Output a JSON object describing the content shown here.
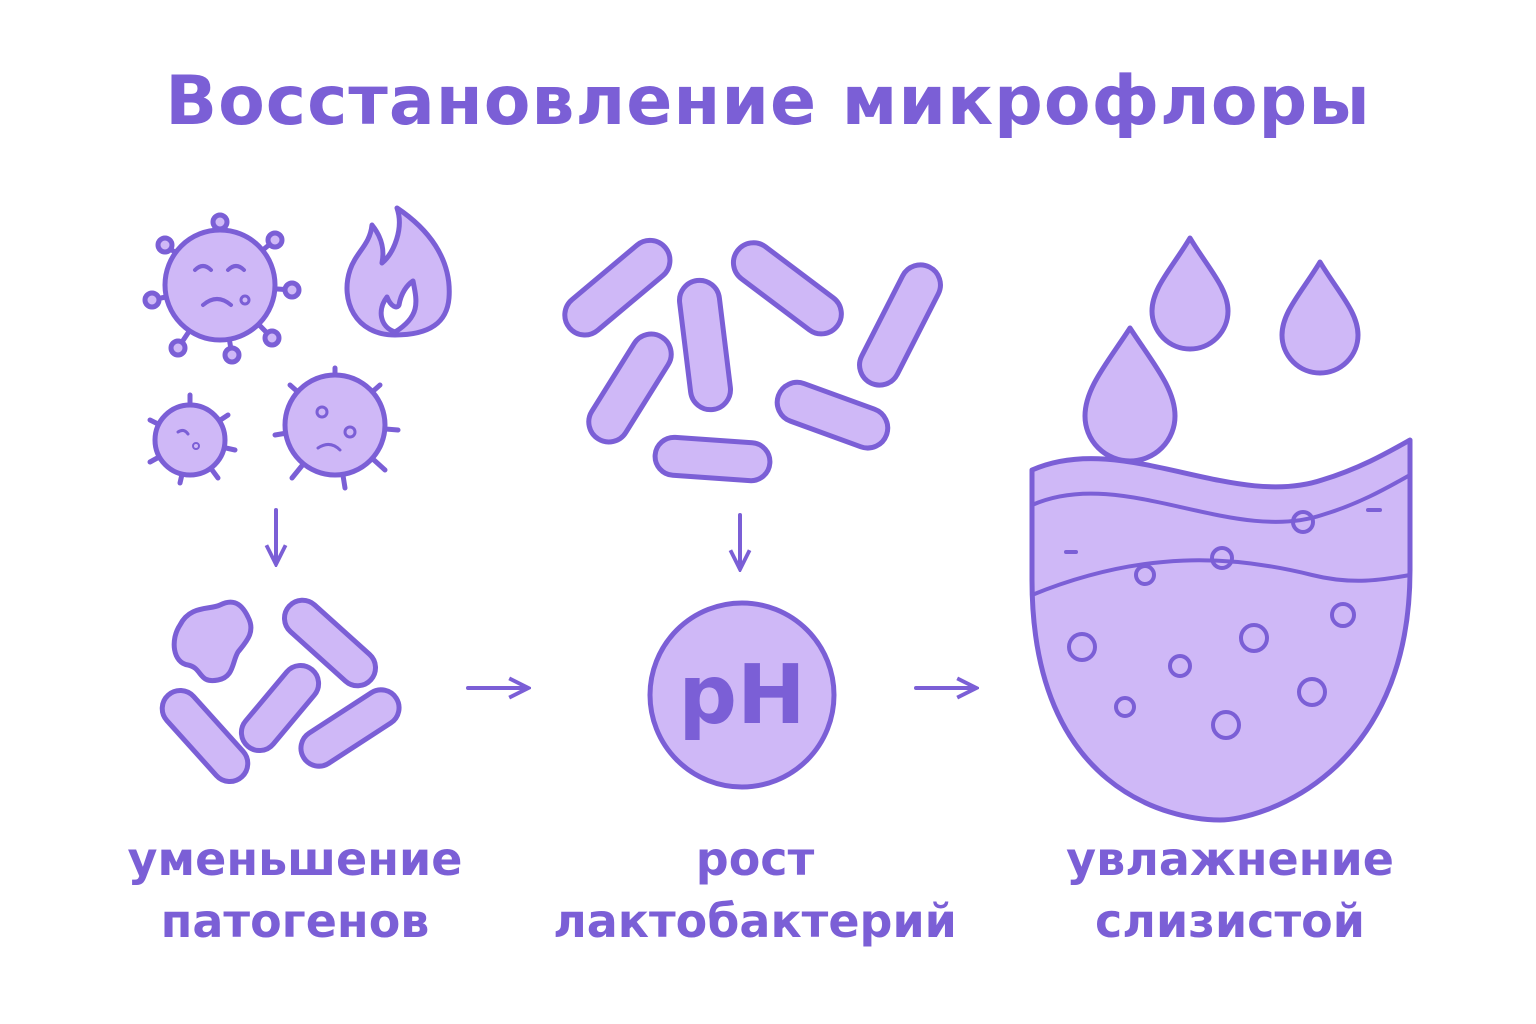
{
  "title": "Восстановление микрофлоры",
  "icon_label_ph": "pH",
  "steps": [
    {
      "line1": "уменьшение",
      "line2": "патогенов"
    },
    {
      "line1": "рост",
      "line2": "лактобактерий"
    },
    {
      "line1": "увлажнение",
      "line2": "слизистой"
    }
  ],
  "colors": {
    "stroke": "#7b5fd6",
    "fill": "#cfb8f7",
    "text": "#7b5fd6"
  }
}
